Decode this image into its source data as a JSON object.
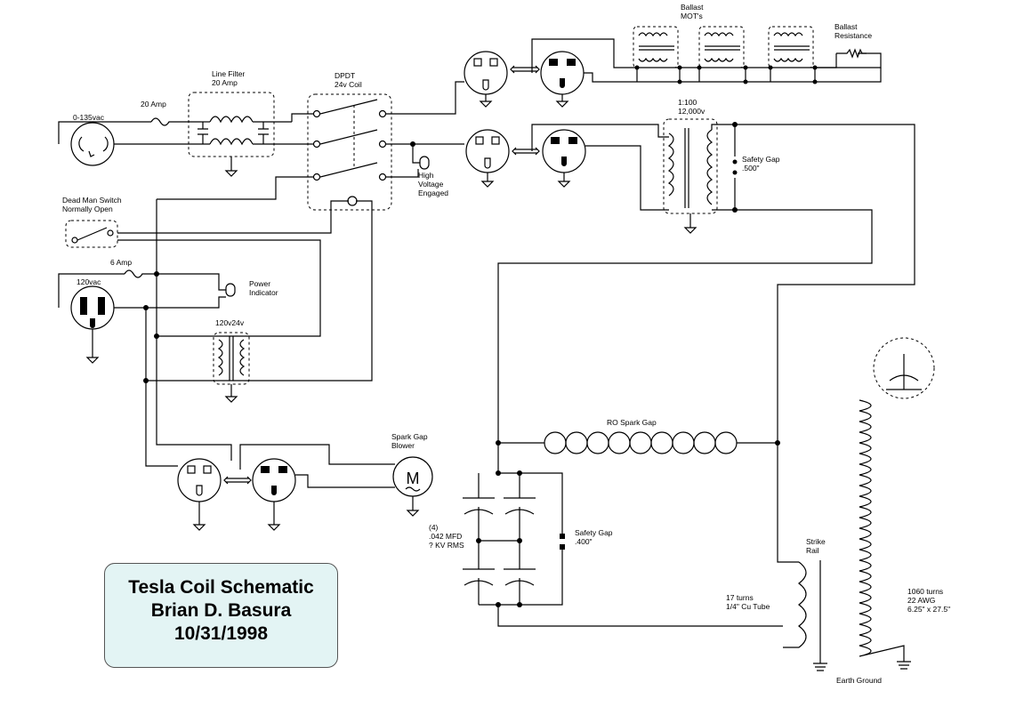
{
  "title_block": {
    "line1": "Tesla Coil Schematic",
    "line2": "Brian D. Basura",
    "line3": "10/31/1998"
  },
  "labels": {
    "ballast_mots": "Ballast\nMOT's",
    "ballast_resistance": "Ballast\nResistance",
    "line_filter": "Line Filter\n20 Amp",
    "dpdt": "DPDT\n24v Coil",
    "fuse_20": "20 Amp",
    "source_0_135": "0-135vac",
    "hv_engaged": "High\nVoltage\nEngaged",
    "dead_man": "Dead Man Switch\nNormally Open",
    "fuse_6": "6 Amp",
    "source_120": "120vac",
    "power_indicator": "Power\nIndicator",
    "xfmr_120_24": "120v24v",
    "ratio": "1:100\n12,000v",
    "safety_gap_top": "Safety Gap\n.500\"",
    "spark_gap_blower": "Spark Gap\nBlower",
    "motor": "M",
    "ro_spark_gap": "RO Spark Gap",
    "caps": "(4)\n.042 MFD\n? KV RMS",
    "safety_gap_bottom": "Safety Gap\n.400\"",
    "strike_rail": "Strike\nRail",
    "primary_coil": "17 turns\n1/4\" Cu Tube",
    "secondary_coil": "1060 turns\n22 AWG\n6.25\" x 27.5\"",
    "earth_ground": "Earth Ground"
  }
}
